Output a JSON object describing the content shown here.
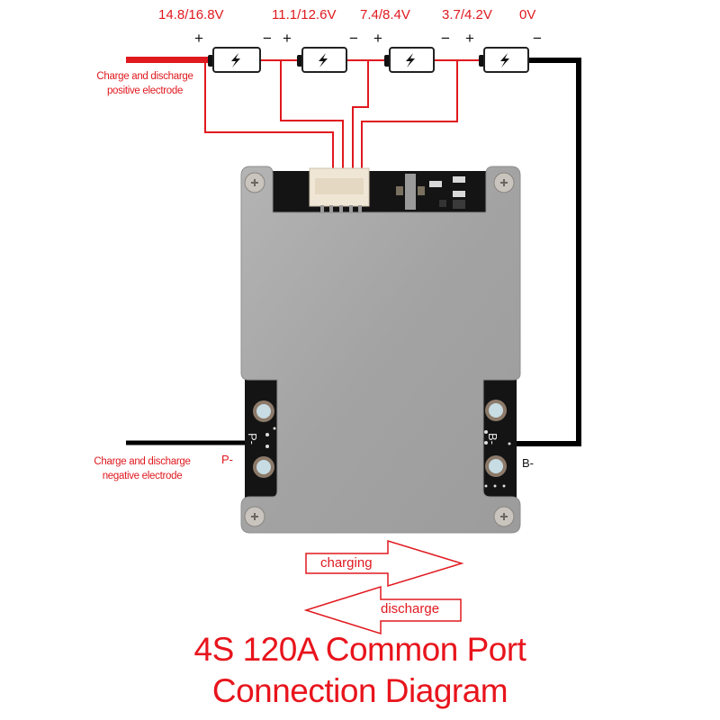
{
  "diagram": {
    "title_line1": "4S 120A Common Port",
    "title_line2": "Connection Diagram",
    "colors": {
      "accent_red": "#e0191f",
      "wire_black": "#000000",
      "plate_gray": "#a9a9a9",
      "pcb_black": "#141414"
    },
    "voltages": [
      {
        "label": "14.8/16.8V"
      },
      {
        "label": "11.1/12.6V"
      },
      {
        "label": "7.4/8.4V"
      },
      {
        "label": "3.7/4.2V"
      },
      {
        "label": "0V"
      }
    ],
    "cells": [
      {
        "plus": "+",
        "minus": "−",
        "icon": "battery-icon"
      },
      {
        "plus": "+",
        "minus": "−",
        "icon": "battery-icon"
      },
      {
        "plus": "+",
        "minus": "−",
        "icon": "battery-icon"
      },
      {
        "plus": "+",
        "minus": "−",
        "icon": "battery-icon"
      }
    ],
    "positive_label_line1": "Charge and discharge",
    "positive_label_line2": "positive electrode",
    "negative_label_line1": "Charge and discharge",
    "negative_label_line2": "negative electrode",
    "port_p": "P-",
    "port_b": "B-",
    "pcb_p_silk": "P-",
    "pcb_b_silk": "B-",
    "arrow_charging": "charging",
    "arrow_discharge": "discharge"
  }
}
